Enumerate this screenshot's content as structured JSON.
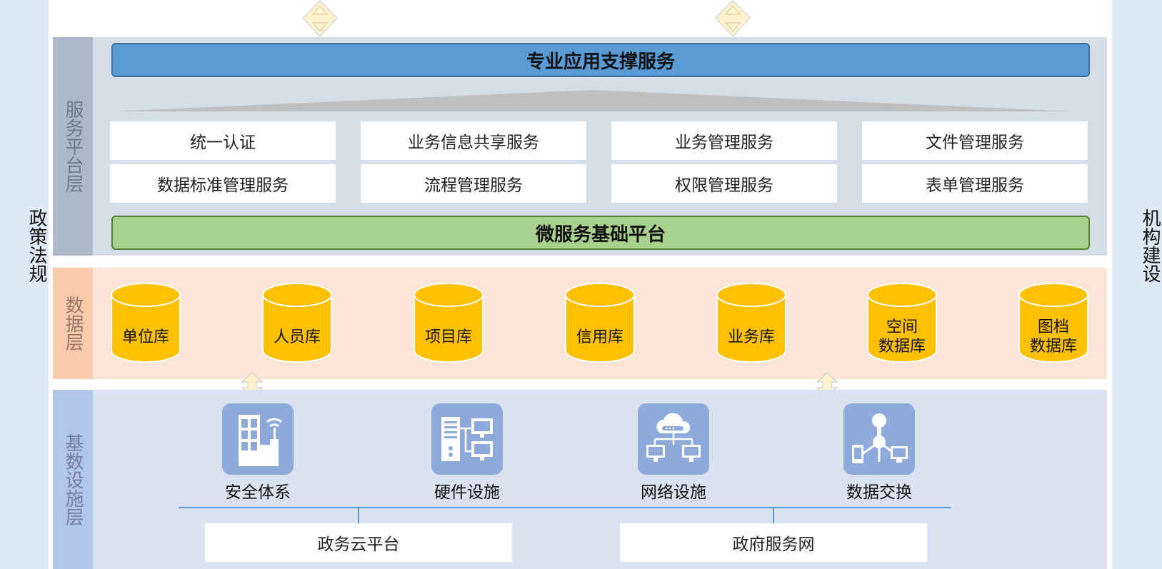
{
  "side_left": "政策法规",
  "side_right": "机构建设",
  "service_layer": {
    "label": "服务平台层",
    "top_bar": "专业应用支撑服务",
    "bottom_bar": "微服务基础平台",
    "boxes": [
      "统一认证",
      "业务信息共享服务",
      "业务管理服务",
      "文件管理服务",
      "数据标准管理服务",
      "流程管理服务",
      "权限管理服务",
      "表单管理服务"
    ]
  },
  "data_layer": {
    "label": "数据层",
    "databases": [
      "单位库",
      "人员库",
      "项目库",
      "信用库",
      "业务库",
      "空间\n数据库",
      "图档\n数据库"
    ]
  },
  "infra_layer": {
    "label": "基数设施层",
    "items": [
      {
        "label": "安全体系",
        "icon": "building-antenna-icon"
      },
      {
        "label": "硬件设施",
        "icon": "server-monitors-icon"
      },
      {
        "label": "网络设施",
        "icon": "cloud-network-icon"
      },
      {
        "label": "数据交换",
        "icon": "data-exchange-icon"
      }
    ],
    "networks": [
      "政务云平台",
      "政府服务网"
    ]
  },
  "colors": {
    "blue_bar": "#5b9bd5",
    "green_bar": "#a9d18e",
    "database": "#ffc000",
    "service_bg": "#d5dde7",
    "data_bg": "#fbe5d6",
    "infra_bg": "#dae1f1",
    "arrow": "#fff2cc"
  }
}
